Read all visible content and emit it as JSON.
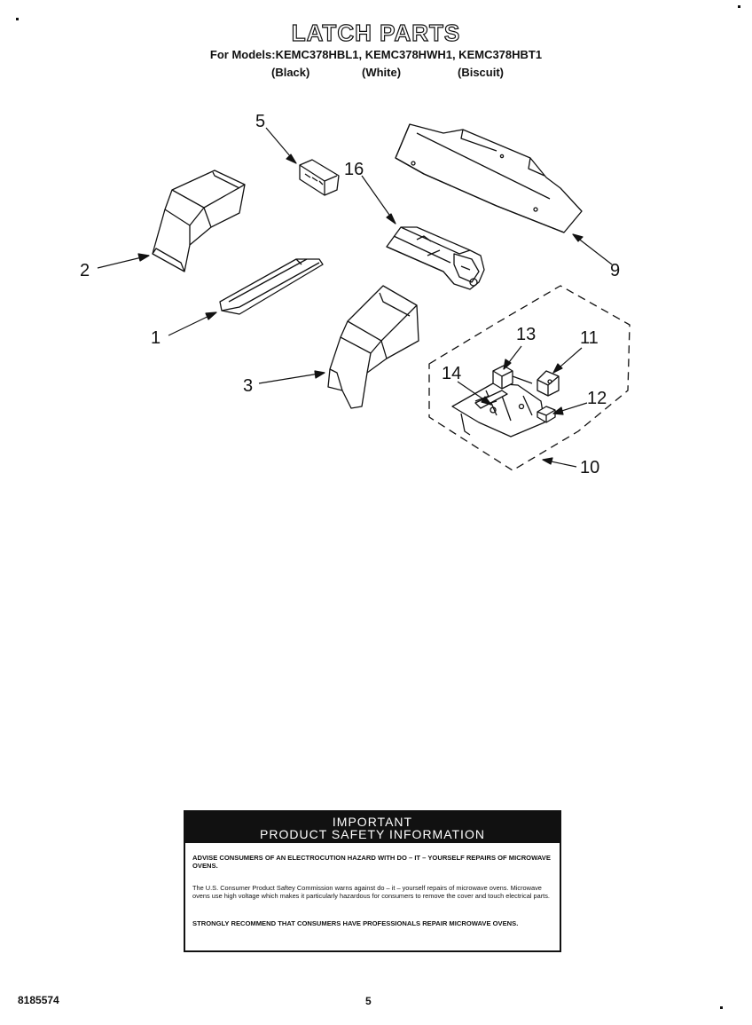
{
  "header": {
    "title": "LATCH PARTS",
    "models_line": "For Models:KEMC378HBL1, KEMC378HWH1, KEMC378HBT1",
    "colors": [
      "(Black)",
      "(White)",
      "(Biscuit)"
    ]
  },
  "callouts": {
    "c1": "1",
    "c2": "2",
    "c3": "3",
    "c5": "5",
    "c9": "9",
    "c10": "10",
    "c11": "11",
    "c12": "12",
    "c13": "13",
    "c14": "14",
    "c16": "16"
  },
  "notice": {
    "heading_line1": "IMPORTANT",
    "heading_line2": "PRODUCT SAFETY INFORMATION",
    "para1": "ADVISE CONSUMERS OF AN ELECTROCUTION HAZARD WITH DO – IT – YOURSELF REPAIRS OF MICROWAVE OVENS.",
    "para2": "The U.S. Consumer Product Saftey Commission warns against do – it – yourself repairs of microwave ovens. Microwave ovens use high voltage which makes it particularly hazardous for consumers to remove the cover and touch electrical parts.",
    "para3": "STRONGLY RECOMMEND THAT CONSUMERS HAVE PROFESSIONALS REPAIR MICROWAVE OVENS."
  },
  "footer": {
    "doc_number": "8185574",
    "page_number": "5"
  }
}
